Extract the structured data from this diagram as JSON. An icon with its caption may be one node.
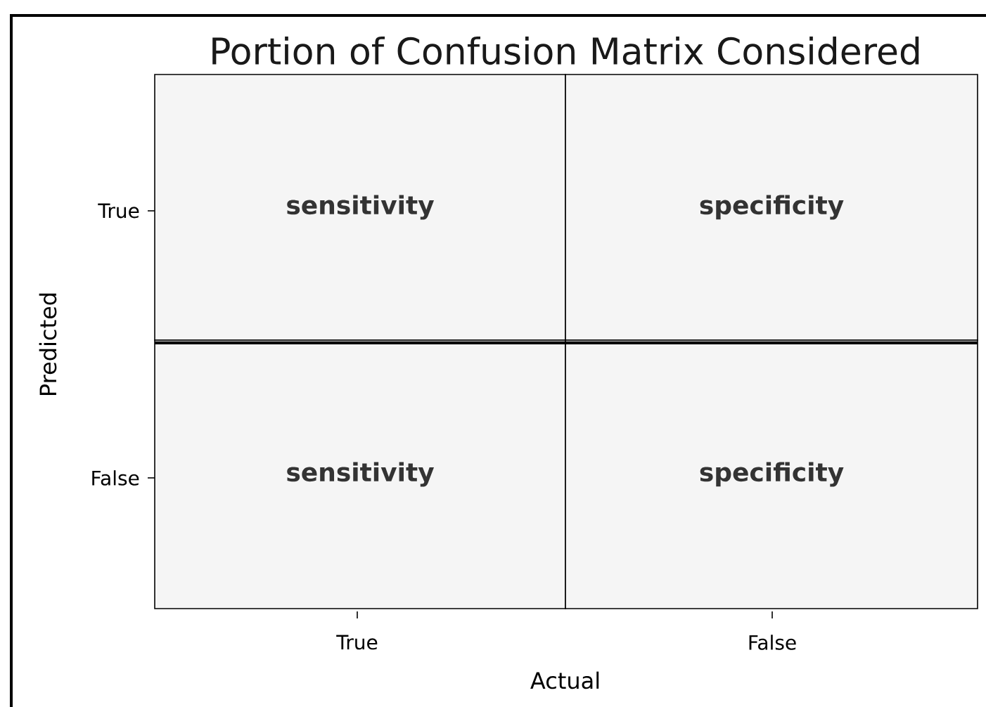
{
  "diagram": {
    "title": "Portion of Confusion Matrix Considered",
    "nodes": [
      {
        "text": [
          "sensitivity"
        ]
      },
      {
        "text": [
          "specificity"
        ]
      },
      {
        "text": [
          "sensitivity"
        ]
      },
      {
        "text": [
          "specificity"
        ]
      }
    ],
    "labels": [
      "True",
      "Predicted",
      "False",
      "True",
      "False",
      "Actual"
    ]
  }
}
